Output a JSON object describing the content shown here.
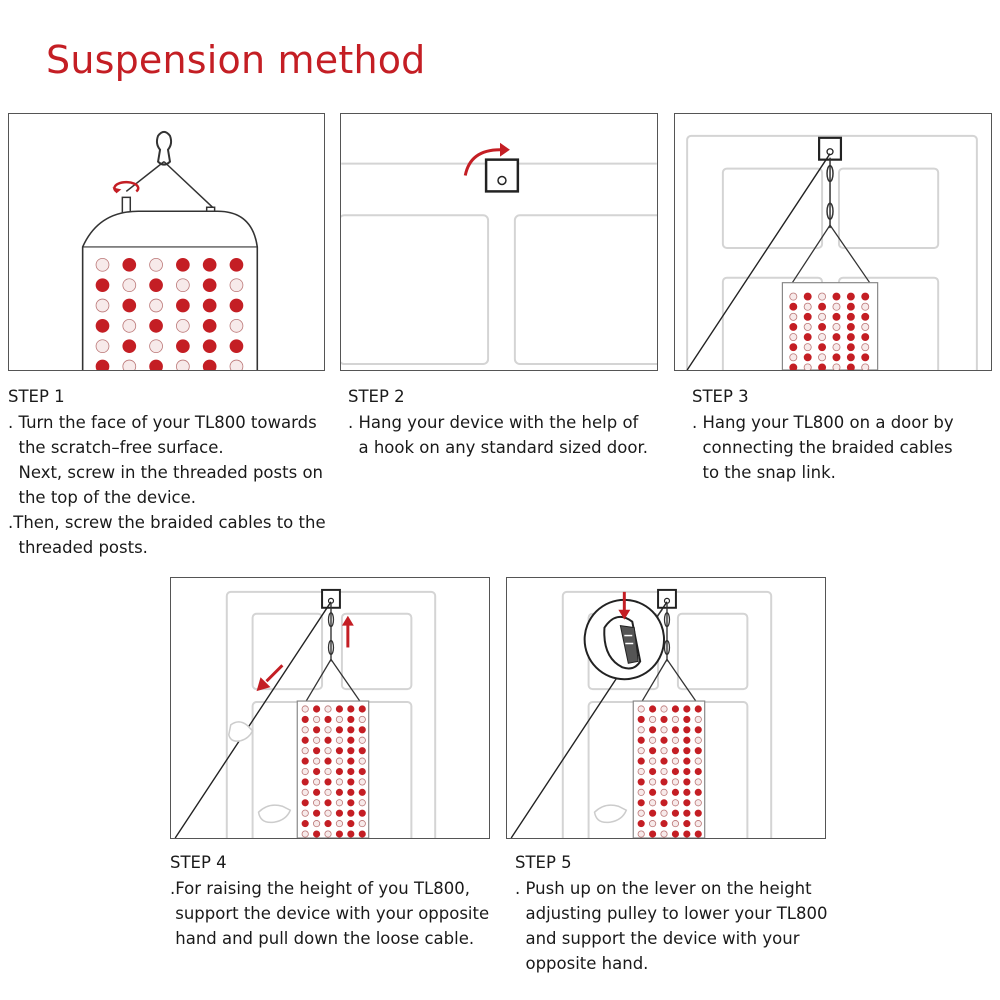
{
  "title": "Suspension method",
  "colors": {
    "accent": "#c41e24",
    "led_red": "#c41e24",
    "led_white": "#f7eaea",
    "outline": "#555555",
    "door": "#d4d4d4"
  },
  "steps": [
    {
      "heading": "STEP 1",
      "lines": [
        ". Turn the face of your TL800 towards",
        "  the scratch–free surface.",
        "  Next, screw in the threaded posts on",
        "  the top of the device.",
        ".Then, screw the braided cables to the",
        "  threaded posts."
      ]
    },
    {
      "heading": "STEP 2",
      "lines": [
        ". Hang your device with the help of",
        "  a hook on any standard sized door."
      ]
    },
    {
      "heading": "STEP 3",
      "lines": [
        ". Hang your TL800 on a door by",
        "  connecting the braided cables",
        "  to the snap link."
      ]
    },
    {
      "heading": "STEP 4",
      "lines": [
        ".For raising the height of you TL800,",
        " support the device with your opposite",
        " hand and pull down the loose cable."
      ]
    },
    {
      "heading": "STEP 5",
      "lines": [
        ". Push up on the lever on the height",
        "  adjusting pulley to lower your TL800",
        "  and support the device with your",
        "  opposite hand."
      ]
    }
  ],
  "icons": [
    "hook-icon",
    "rotate-arrow-icon",
    "door-hook-icon",
    "snap-link-icon",
    "pull-down-arrow-icon",
    "up-arrow-icon",
    "hand-icon",
    "pulley-icon",
    "down-arrow-icon"
  ]
}
